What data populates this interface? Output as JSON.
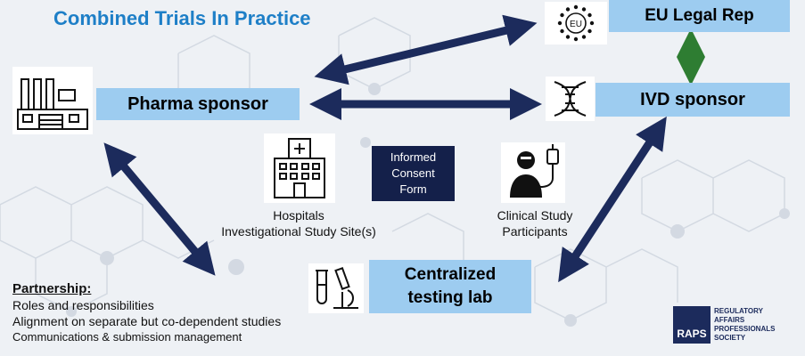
{
  "title": "Combined Trials In Practice",
  "nodes": {
    "eu_legal_rep": "EU Legal Rep",
    "eu_badge": "EU",
    "pharma_sponsor": "Pharma sponsor",
    "ivd_sponsor": "IVD sponsor",
    "central_lab_line1": "Centralized",
    "central_lab_line2": "testing lab"
  },
  "labels": {
    "hospitals_line1": "Hospitals",
    "hospitals_line2": "Investigational Study Site(s)",
    "participants_line1": "Clinical Study",
    "participants_line2": "Participants",
    "consent_line1": "Informed",
    "consent_line2": "Consent",
    "consent_line3": "Form"
  },
  "partnership": {
    "heading": "Partnership:",
    "items": [
      "Roles and responsibilities",
      "Alignment on separate but co-dependent studies",
      "Communications & submission management"
    ]
  },
  "logo": {
    "mark": "RAPS",
    "lines": [
      "REGULATORY",
      "AFFAIRS",
      "PROFESSIONALS",
      "SOCIETY"
    ]
  },
  "colors": {
    "title": "#1e7fc7",
    "box_fill": "#9dccf0",
    "arrow_navy": "#1c2b5c",
    "arrow_green": "#2e7d32",
    "consent_fill": "#14204a"
  },
  "icons": {
    "pharma": "factory-icon",
    "eu": "eu-stars-icon",
    "ivd": "dna-icon",
    "hospital": "hospital-icon",
    "participant": "patient-iv-icon",
    "lab": "microscope-icon"
  }
}
